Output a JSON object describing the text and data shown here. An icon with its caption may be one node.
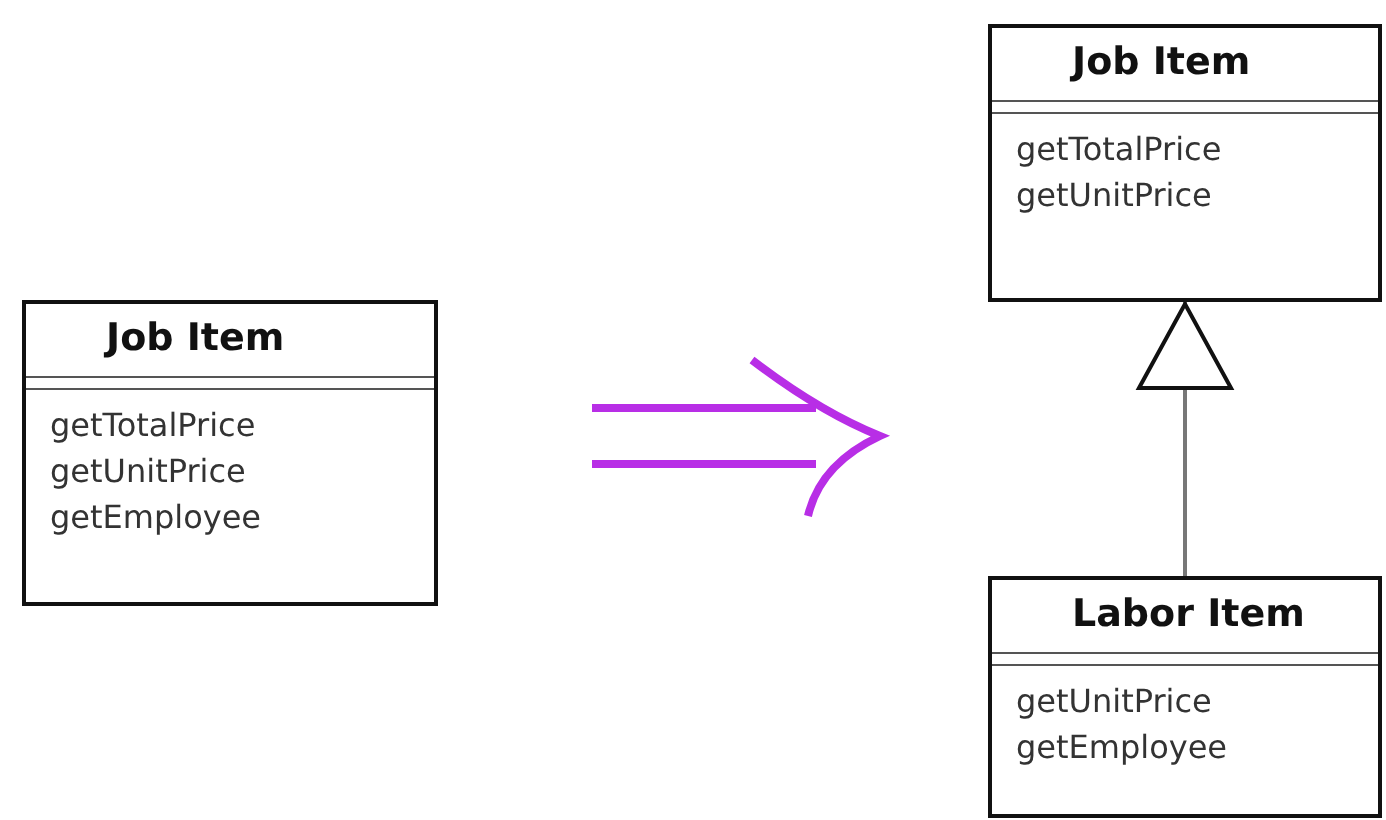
{
  "diagram": {
    "nodes": [
      {
        "text": [
          "Job Item",
          "getTotalPrice",
          "getUnitPrice",
          "getEmployee"
        ]
      },
      {
        "text": [
          "Job Item",
          "getTotalPrice",
          "getUnitPrice"
        ]
      },
      {
        "text": [
          "Labor Item",
          "getUnitPrice",
          "getEmployee"
        ]
      }
    ],
    "edges": [
      {
        "from": 2,
        "to": 1,
        "arrow": "to"
      }
    ]
  }
}
